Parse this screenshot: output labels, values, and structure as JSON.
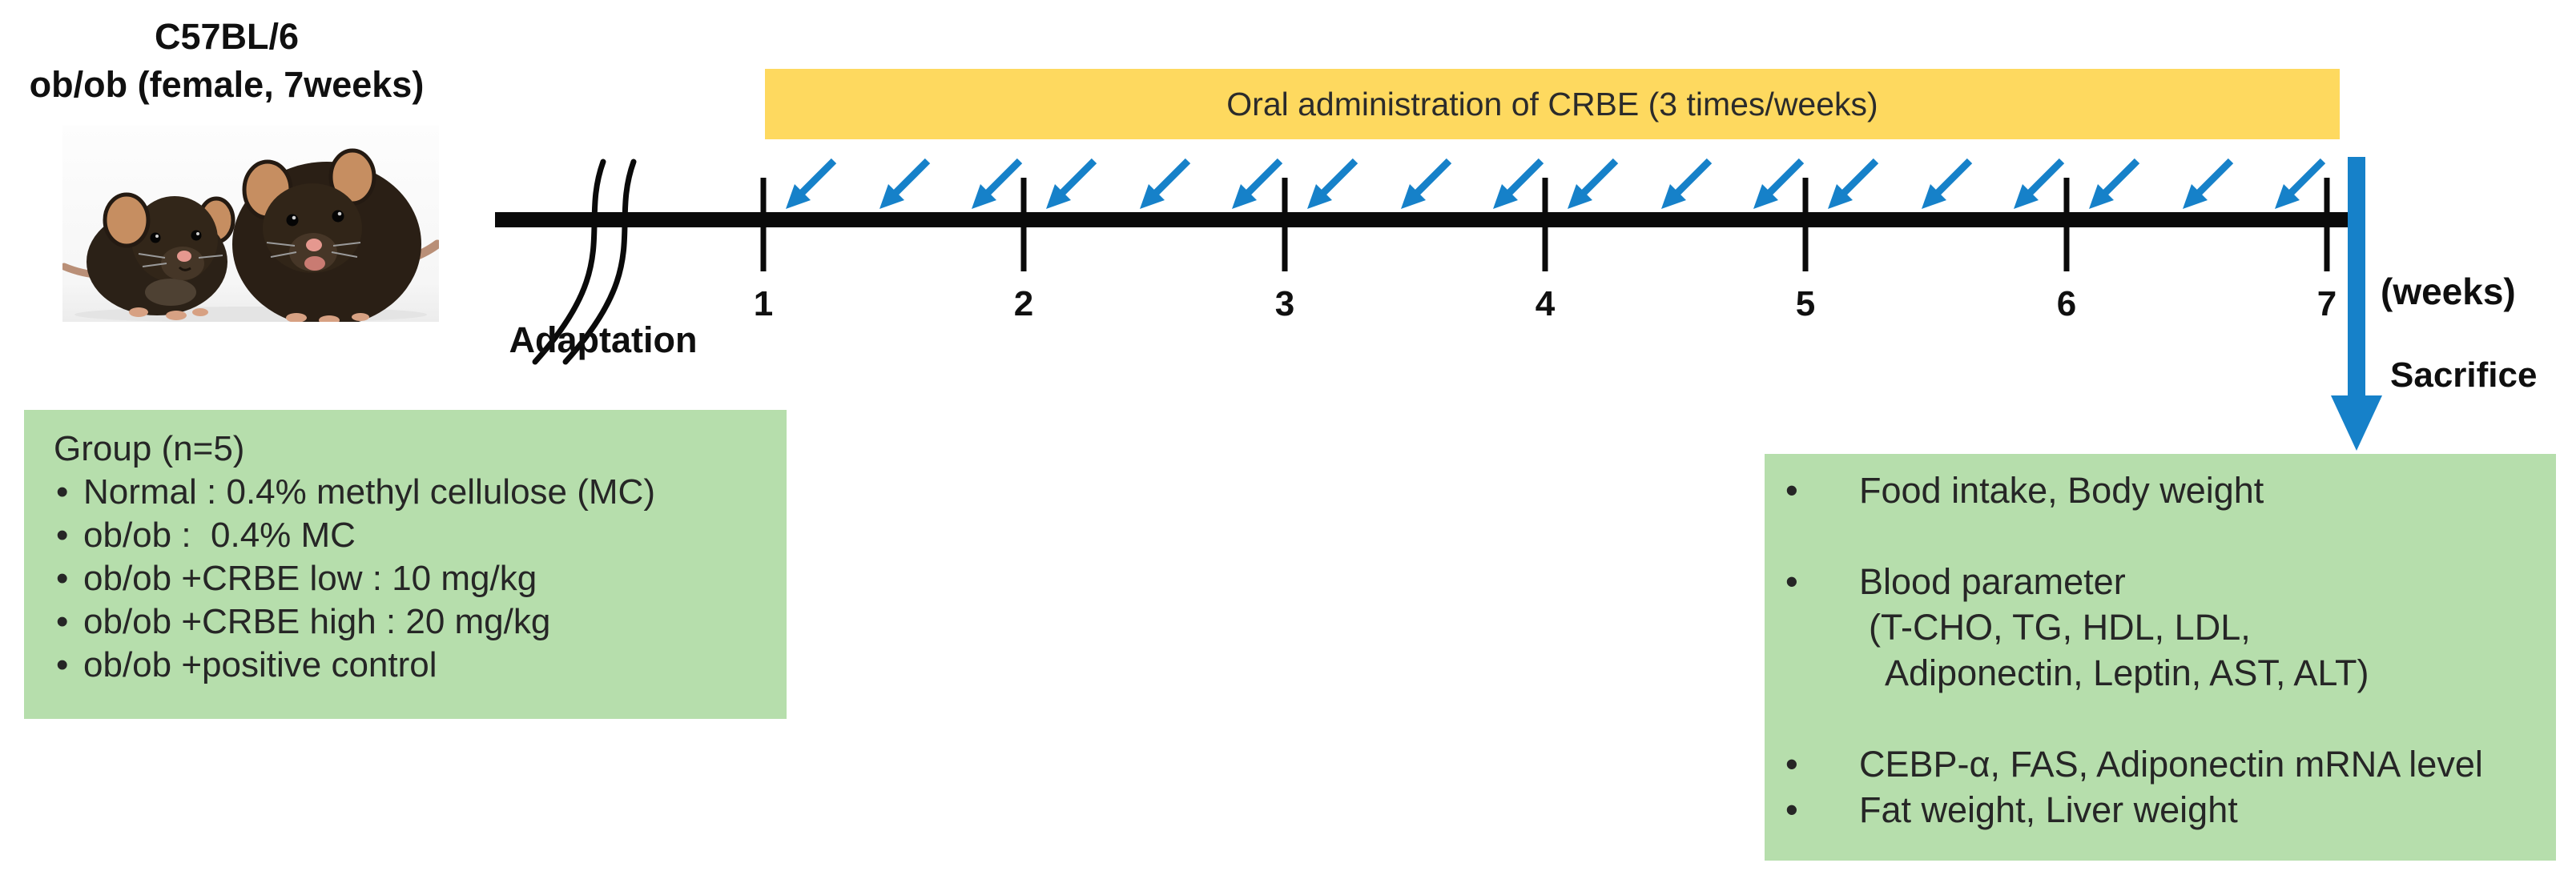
{
  "header": {
    "strain_line1": "C57BL/6",
    "strain_line2": "ob/ob (female, 7weeks)"
  },
  "timeline": {
    "banner": "Oral administration of CRBE (3 times/weeks)",
    "adaptation_label": "Adaptation",
    "week_ticks": [
      "1",
      "2",
      "3",
      "4",
      "5",
      "6",
      "7"
    ],
    "doses_per_week": 3,
    "weeks_axis_label": "(weeks)",
    "sacrifice_label": "Sacrifice"
  },
  "groups_box": {
    "title": "Group (n=5)",
    "bullet_char": "•",
    "items": [
      "Normal : 0.4% methyl cellulose (MC)",
      "ob/ob :  0.4% MC",
      "ob/ob +CRBE low : 10 mg/kg",
      "ob/ob +CRBE high : 20 mg/kg",
      "ob/ob +positive control"
    ]
  },
  "measurements_box": {
    "bullet_char": "•",
    "rows": [
      {
        "bullet": true,
        "text": "Food intake, Body weight",
        "indent": 0
      },
      {
        "bullet": false,
        "text": "",
        "indent": 0
      },
      {
        "bullet": true,
        "text": "Blood parameter",
        "indent": 0
      },
      {
        "bullet": false,
        "text": "(T-CHO, TG, HDL, LDL,",
        "indent": 1
      },
      {
        "bullet": false,
        "text": "Adiponectin, Leptin, AST, ALT)",
        "indent": 2
      },
      {
        "bullet": false,
        "text": "",
        "indent": 0
      },
      {
        "bullet": true,
        "text": "CEBP-α, FAS, Adiponectin mRNA level",
        "indent": 0
      },
      {
        "bullet": true,
        "text": "Fat weight, Liver weight",
        "indent": 0
      }
    ]
  },
  "colors": {
    "banner_yellow": "#FED95F",
    "box_green": "#B6DEAC",
    "arrow_blue": "#1681C9",
    "timeline_black": "#0a0a0a",
    "mouse_dark": "#2b2117",
    "mouse_ear_tan": "#c68e61"
  }
}
